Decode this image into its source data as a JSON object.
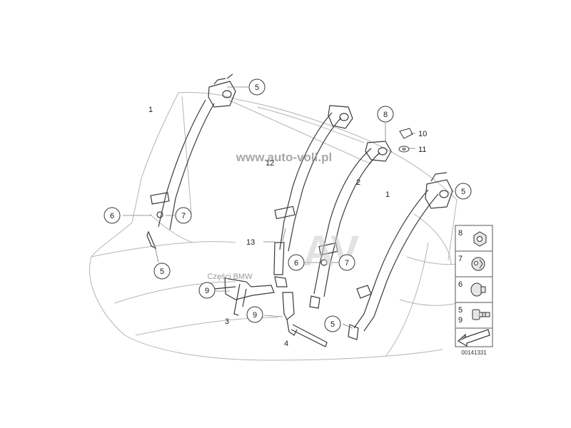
{
  "watermarks": {
    "site": "www.auto-voll.pl",
    "parts": "Części BMW",
    "logo": "AV"
  },
  "callouts": {
    "c5_top": "5",
    "c1_left": "1",
    "c12": "12",
    "c8": "8",
    "c10": "10",
    "c11": "11",
    "c2": "2",
    "c1_right": "1",
    "c5_right": "5",
    "c6_left": "6",
    "c7_left": "7",
    "c13": "13",
    "c5_left": "5",
    "c6_mid": "6",
    "c7_mid": "7",
    "c9_left": "9",
    "c3": "3",
    "c9_mid": "9",
    "c5_mid": "5",
    "c4": "4"
  },
  "legend": {
    "r8": "8",
    "r7": "7",
    "r6": "6",
    "r5": "5",
    "r9": "9"
  },
  "diagram_id": "00141331",
  "colors": {
    "line": "#3a3a3a",
    "faint": "#b4b4b4",
    "watermark": "#9a9a9a"
  }
}
